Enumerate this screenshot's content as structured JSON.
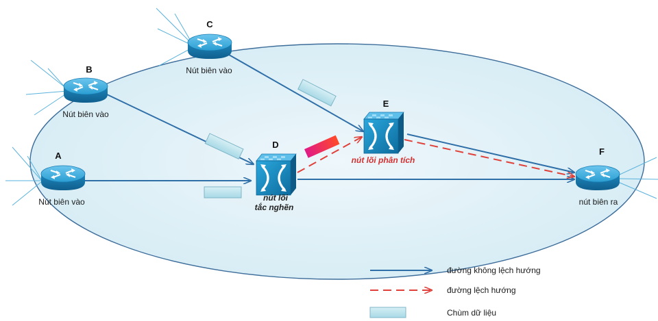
{
  "nodes": {
    "A": {
      "letter": "A",
      "label": "Nút biên vào"
    },
    "B": {
      "letter": "B",
      "label": "Nút biên vào"
    },
    "C": {
      "letter": "C",
      "label": "Nút biên vào"
    },
    "D": {
      "letter": "D",
      "label_line1": "nút lõi",
      "label_line2": "tắc nghẽn"
    },
    "E": {
      "letter": "E",
      "label": "nút lõi phân tích"
    },
    "F": {
      "letter": "F",
      "label": "nút biên ra"
    }
  },
  "legend": {
    "solid": "đường không lệch hướng",
    "dashed": "đường lệch hướng",
    "packet": "Chùm dữ liệu"
  },
  "colors": {
    "domain_fill": "#e3f1f8",
    "link_blue": "#2f6fa8",
    "deflect_red": "#e0403a",
    "packet_fill": "#bfe4ee",
    "packet_alert": "#e0287a",
    "router_blue": "#1f8fc4"
  }
}
